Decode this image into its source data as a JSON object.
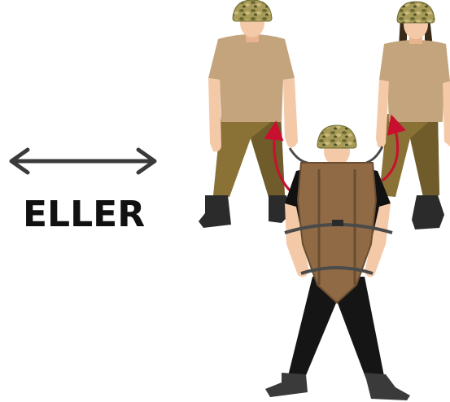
{
  "label": {
    "text": "ELLER"
  },
  "colors": {
    "ink": "#1a1a1a",
    "skin": "#f4c9a8",
    "skin_shade": "#e8b48f",
    "shirt_tan": "#c4a47c",
    "pants_olive": "#8a7236",
    "pants_olive_dark": "#6f5c2a",
    "boot": "#2b2b2b",
    "helmet_camo_base": "#a79b57",
    "helmet_camo_spots": [
      "#6b6a33",
      "#c9b97a",
      "#4f5329"
    ],
    "stretcher_brown": "#8f6a45",
    "stretcher_dark": "#6a4d30",
    "strap": "#4a4a4a",
    "arrow_red": "#c8102e",
    "black_top": "#111111",
    "hair": "#3a2a1a"
  },
  "figures": [
    {
      "name": "soldier-left",
      "role": "helper"
    },
    {
      "name": "soldier-right",
      "role": "helper"
    },
    {
      "name": "soldier-center",
      "role": "carrier-with-stretcher"
    }
  ],
  "icons": [
    "double-arrow-icon",
    "red-curved-arrow-icon"
  ]
}
